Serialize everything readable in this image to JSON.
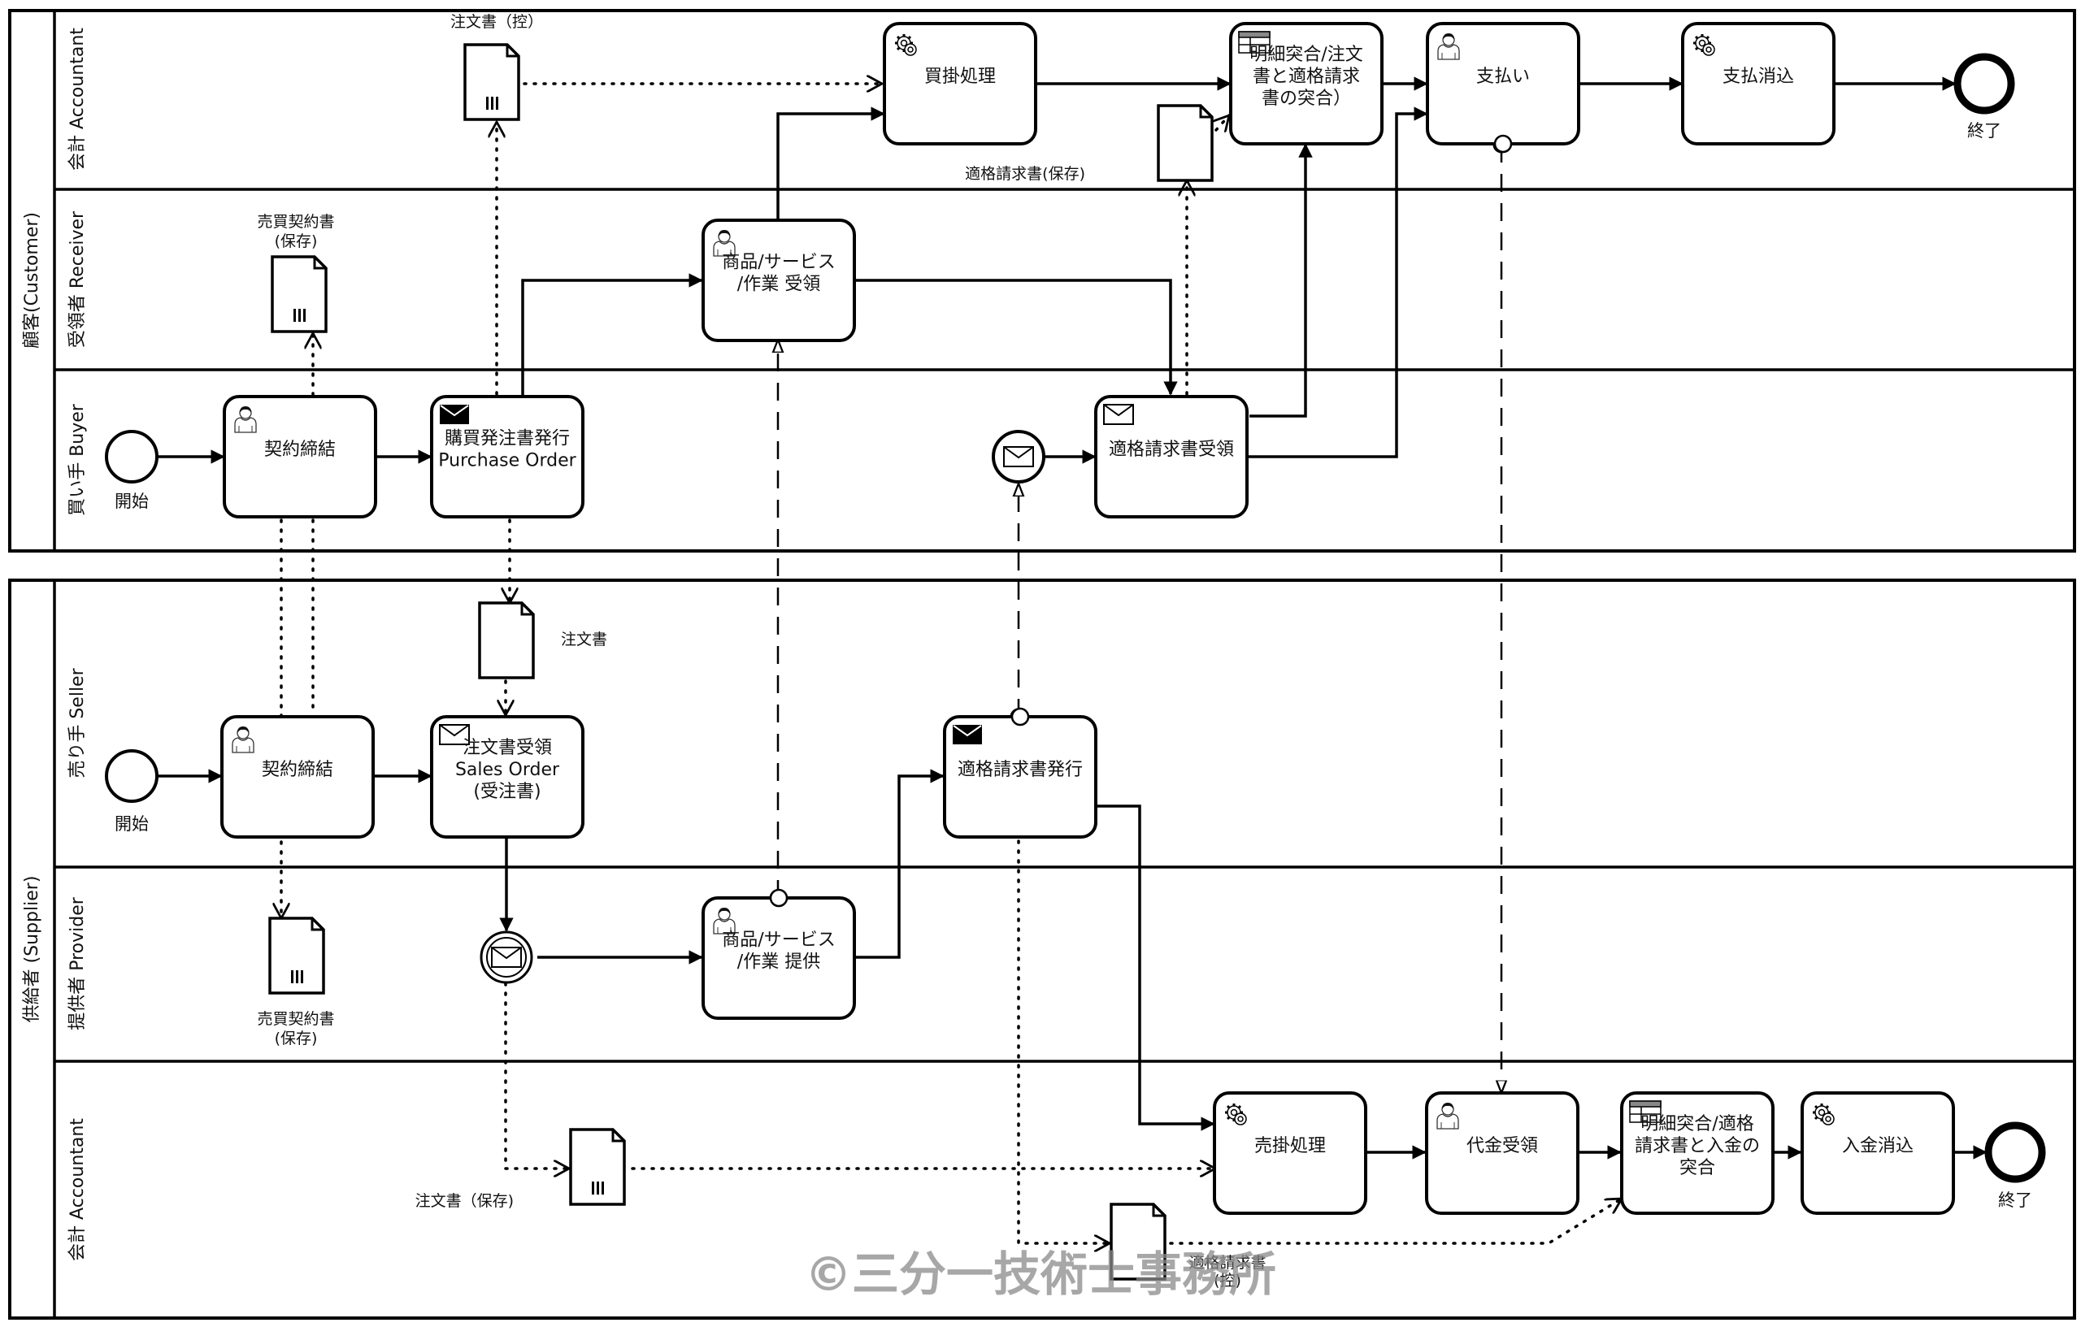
{
  "pools": {
    "customer": {
      "label": "顧客(Customer)",
      "lanes": {
        "accountant": "会計 Accountant",
        "receiver": "受領者 Receiver",
        "buyer": "買い手 Buyer"
      }
    },
    "supplier": {
      "label": "供給者 (Supplier)",
      "lanes": {
        "seller": "売り手 Seller",
        "provider": "提供者 Provider",
        "accountant": "会計 Accountant"
      }
    }
  },
  "events": {
    "customer_start": "開始",
    "customer_end": "終了",
    "supplier_start": "開始",
    "supplier_end": "終了"
  },
  "tasks": {
    "c_contract": [
      "契約締結"
    ],
    "c_purchase_order": [
      "購買発注書発行",
      "Purchase Order"
    ],
    "c_receive_goods": [
      "商品/サービス",
      "/作業 受領"
    ],
    "c_receive_invoice": [
      "適格請求書受領"
    ],
    "c_ap_processing": [
      "買掛処理"
    ],
    "c_matching": [
      "明細突合/注文",
      "書と適格請求",
      "書の突合）"
    ],
    "c_payment": [
      "支払い"
    ],
    "c_payment_clearing": [
      "支払消込"
    ],
    "s_contract": [
      "契約締結"
    ],
    "s_sales_order": [
      "注文書受領",
      "Sales Order",
      "(受注書)"
    ],
    "s_provide_goods": [
      "商品/サービス",
      "/作業 提供"
    ],
    "s_issue_invoice": [
      "適格請求書発行"
    ],
    "s_ar_processing": [
      "売掛処理"
    ],
    "s_receive_payment": [
      "代金受領"
    ],
    "s_matching": [
      "明細突合/適格",
      "請求書と入金の",
      "突合"
    ],
    "s_receipt_clearing": [
      "入金消込"
    ]
  },
  "task_types": {
    "c_contract": "user",
    "c_purchase_order": "send",
    "c_receive_goods": "user",
    "c_receive_invoice": "receive",
    "c_ap_processing": "service",
    "c_matching": "business-rule",
    "c_payment": "user",
    "c_payment_clearing": "service",
    "s_contract": "user",
    "s_sales_order": "receive",
    "s_provide_goods": "user",
    "s_issue_invoice": "send",
    "s_ar_processing": "service",
    "s_receive_payment": "user",
    "s_matching": "business-rule",
    "s_receipt_clearing": "service"
  },
  "documents": {
    "c_order_copy": "注文書（控）",
    "c_contract_saved": [
      "売買契約書",
      "(保存)"
    ],
    "c_invoice_saved": "適格請求書(保存)",
    "s_order": "注文書",
    "s_contract_saved": [
      "売買契約書",
      "(保存)"
    ],
    "s_order_saved": "注文書（保存)",
    "s_invoice_copy": [
      "適格請求書",
      "(控)"
    ]
  },
  "watermark": "©三分一技術士事務所"
}
